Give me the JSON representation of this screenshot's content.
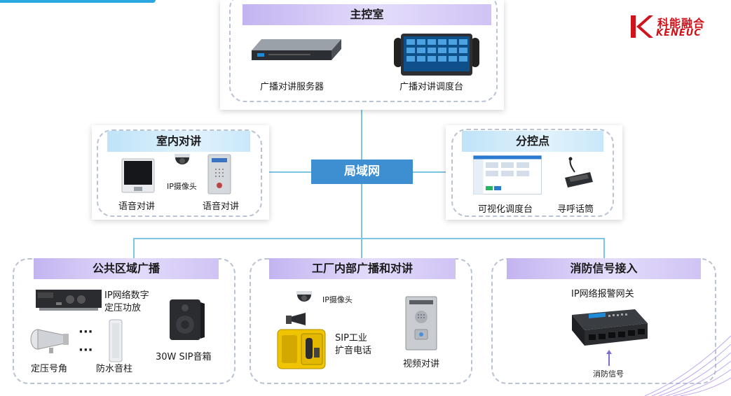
{
  "logo": {
    "cn": "科能融合",
    "en": "KENEUC",
    "color": "#d0121b"
  },
  "network": {
    "label": "局域网",
    "color": "#3d8fd1"
  },
  "main_control": {
    "title": "主控室",
    "devices": [
      {
        "label": "广播对讲服务器"
      },
      {
        "label": "广播对讲调度台"
      }
    ]
  },
  "indoor_intercom": {
    "title": "室内对讲",
    "devices": [
      {
        "label": "语音对讲"
      },
      {
        "label": "IP摄像头"
      },
      {
        "label": "语音对讲"
      }
    ]
  },
  "sub_control": {
    "title": "分控点",
    "devices": [
      {
        "label": "可视化调度台"
      },
      {
        "label": "寻呼话筒"
      }
    ]
  },
  "public_broadcast": {
    "title": "公共区域广播",
    "devices": [
      {
        "label_lines": [
          "IP网络数字",
          "定压功放"
        ]
      },
      {
        "label": "定压号角"
      },
      {
        "label": "防水音柱"
      },
      {
        "label": "30W SIP音箱"
      }
    ],
    "ellipsis": "···"
  },
  "factory": {
    "title": "工厂内部广播和对讲",
    "devices": [
      {
        "label": "IP摄像头"
      },
      {
        "label_lines": [
          "SIP工业",
          "扩音电话"
        ]
      },
      {
        "label": "视频对讲"
      }
    ]
  },
  "fire_signal": {
    "title": "消防信号接入",
    "devices": [
      {
        "label": "IP网络报警网关"
      },
      {
        "label": "消防信号"
      }
    ]
  }
}
